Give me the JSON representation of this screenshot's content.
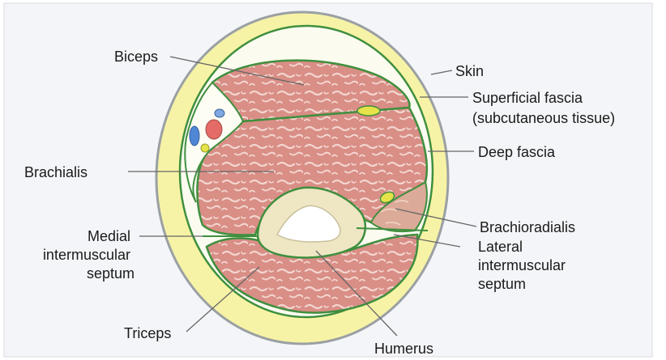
{
  "figure": {
    "subject": "Cross-section of the arm",
    "labels": {
      "biceps": "Biceps",
      "skin": "Skin",
      "superficial_fascia": [
        "Superficial fascia",
        "(subcutaneous tissue)"
      ],
      "deep_fascia": "Deep fascia",
      "brachialis": "Brachialis",
      "brachioradialis": "Brachioradialis",
      "medial_intermuscular_septum": [
        "Medial",
        "intermuscular",
        "septum"
      ],
      "lateral_intermuscular_septum": [
        "Lateral",
        "intermuscular",
        "septum"
      ],
      "triceps": "Triceps",
      "humerus": "Humerus"
    },
    "colors": {
      "frame_background": "#f4f5f8",
      "skin_outline": "#9aa0a3",
      "subcutaneous_fat": "#f7f3a6",
      "deep_fascia_line": "#3f8f3e",
      "muscle": "#d98e86",
      "muscle_texture": "#f2d6cf",
      "bone": "#efe6c4",
      "marrow": "#ffffff",
      "nerve": "#e5e24a",
      "artery": "#e46b66",
      "vein": "#4f86d6",
      "leader_line": "#666666"
    }
  }
}
